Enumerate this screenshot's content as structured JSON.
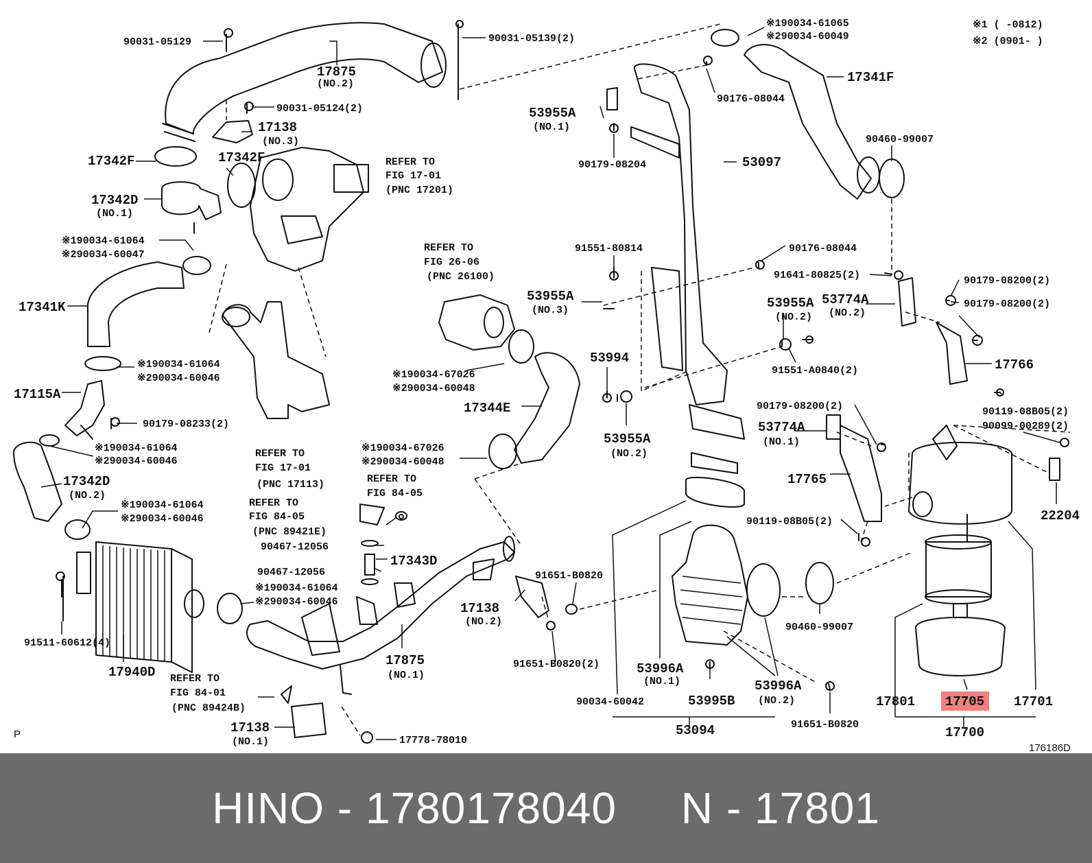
{
  "diagram": {
    "note_range_1": "※1 (      -0812)",
    "note_range_2": "※2 (0901-      )",
    "figure_id": "176186D",
    "corner_mark": "P",
    "highlight_part": "17801",
    "labels": [
      {
        "t": "90031-05129"
      },
      {
        "t": "17875"
      },
      {
        "t": "(NO.2)"
      },
      {
        "t": "90031-05139(2)"
      },
      {
        "t": "90031-05124(2)"
      },
      {
        "t": "17138"
      },
      {
        "t": "(NO.3)"
      },
      {
        "t": "17342F"
      },
      {
        "t": "17342F"
      },
      {
        "t": "REFER TO"
      },
      {
        "t": "FIG 17-01"
      },
      {
        "t": "(PNC 17201)"
      },
      {
        "t": "17342D"
      },
      {
        "t": "(NO.1)"
      },
      {
        "t": "※190034-61064"
      },
      {
        "t": "※290034-60047"
      },
      {
        "t": "17341K"
      },
      {
        "t": "※190034-61064"
      },
      {
        "t": "※290034-60046"
      },
      {
        "t": "17115A"
      },
      {
        "t": "90179-08233(2)"
      },
      {
        "t": "※190034-61064"
      },
      {
        "t": "※290034-60046"
      },
      {
        "t": "17342D"
      },
      {
        "t": "(NO.2)"
      },
      {
        "t": "※190034-61064"
      },
      {
        "t": "※290034-60046"
      },
      {
        "t": "91511-60612(4)"
      },
      {
        "t": "17940D"
      },
      {
        "t": "REFER TO"
      },
      {
        "t": "FIG 17-01"
      },
      {
        "t": "(PNC 17113)"
      },
      {
        "t": "REFER TO"
      },
      {
        "t": "FIG 26-06"
      },
      {
        "t": "(PNC 26100)"
      },
      {
        "t": "※190034-67026"
      },
      {
        "t": "※290034-60048"
      },
      {
        "t": "17344E"
      },
      {
        "t": "※190034-67026"
      },
      {
        "t": "※290034-60048"
      },
      {
        "t": "REFER TO"
      },
      {
        "t": "FIG 84-05"
      },
      {
        "t": "REFER TO"
      },
      {
        "t": "FIG 84-05"
      },
      {
        "t": "(PNC 89421E)"
      },
      {
        "t": "90467-12056"
      },
      {
        "t": "17343D"
      },
      {
        "t": "90467-12056"
      },
      {
        "t": "※190034-61064"
      },
      {
        "t": "※290034-60046"
      },
      {
        "t": "REFER TO"
      },
      {
        "t": "FIG 84-01"
      },
      {
        "t": "(PNC 89424B)"
      },
      {
        "t": "17138"
      },
      {
        "t": "(NO.1)"
      },
      {
        "t": "17778-78010"
      },
      {
        "t": "17875"
      },
      {
        "t": "(NO.1)"
      },
      {
        "t": "91651-B0820"
      },
      {
        "t": "17138"
      },
      {
        "t": "(NO.2)"
      },
      {
        "t": "91651-B0820(2)"
      },
      {
        "t": "※190034-61065"
      },
      {
        "t": "※290034-60049"
      },
      {
        "t": "90176-08044"
      },
      {
        "t": "17341F"
      },
      {
        "t": "53955A"
      },
      {
        "t": "(NO.1)"
      },
      {
        "t": "90179-08204"
      },
      {
        "t": "53097"
      },
      {
        "t": "90460-99007"
      },
      {
        "t": "91551-80814"
      },
      {
        "t": "90176-08044"
      },
      {
        "t": "91641-80825(2)"
      },
      {
        "t": "90179-08200(2)"
      },
      {
        "t": "53955A"
      },
      {
        "t": "(NO.3)"
      },
      {
        "t": "53955A"
      },
      {
        "t": "(NO.2)"
      },
      {
        "t": "53774A"
      },
      {
        "t": "(NO.2)"
      },
      {
        "t": "90179-08200(2)"
      },
      {
        "t": "91551-A0840(2)"
      },
      {
        "t": "17766"
      },
      {
        "t": "53994"
      },
      {
        "t": "53955A"
      },
      {
        "t": "(NO.2)"
      },
      {
        "t": "90179-08200(2)"
      },
      {
        "t": "53774A"
      },
      {
        "t": "(NO.1)"
      },
      {
        "t": "90119-08B05(2)"
      },
      {
        "t": "90099-00289(2)"
      },
      {
        "t": "17765"
      },
      {
        "t": "22204"
      },
      {
        "t": "90119-08B05(2)"
      },
      {
        "t": "90460-99007"
      },
      {
        "t": "53996A"
      },
      {
        "t": "(NO.1)"
      },
      {
        "t": "53995B"
      },
      {
        "t": "53996A"
      },
      {
        "t": "(NO.2)"
      },
      {
        "t": "90034-60042"
      },
      {
        "t": "53094"
      },
      {
        "t": "91651-B0820"
      },
      {
        "t": "17801"
      },
      {
        "t": "17705"
      },
      {
        "t": "17701"
      },
      {
        "t": "17700"
      }
    ]
  },
  "footer": {
    "brand": "HINO",
    "part_number": "1780178040",
    "ref_prefix": "N",
    "ref_number": "17801"
  }
}
